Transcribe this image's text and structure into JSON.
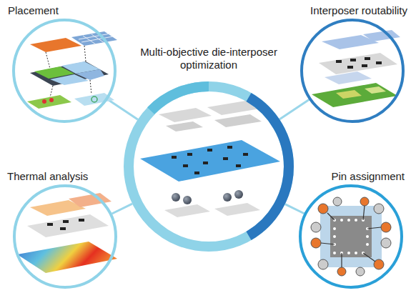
{
  "diagram": {
    "nodes": [
      {
        "text": [
          "Placement"
        ]
      },
      {
        "text": [
          "Multi-objective die-interposer optimization"
        ]
      },
      {
        "text": [
          "Interposer routability"
        ]
      },
      {
        "text": [
          "Thermal analysis"
        ]
      },
      {
        "text": [
          "Pin assignment"
        ]
      }
    ],
    "edges": [
      {
        "from": 1,
        "to": 0,
        "arrow": "none"
      },
      {
        "from": 1,
        "to": 2,
        "arrow": "none"
      },
      {
        "from": 1,
        "to": 3,
        "arrow": "none"
      },
      {
        "from": 1,
        "to": 4,
        "arrow": "none"
      }
    ]
  }
}
